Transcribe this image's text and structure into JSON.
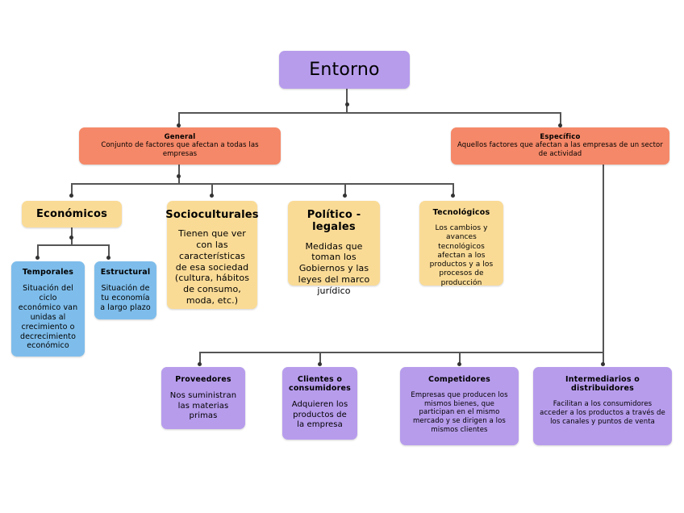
{
  "diagram": {
    "title": "Entorno",
    "colors": {
      "root": "#b79cec",
      "general_level": "#f58868",
      "general_children": "#fadb96",
      "economic_children": "#7ebdeb",
      "specific_children": "#b79cec",
      "connector": "#555555",
      "background": "#ffffff"
    },
    "root": {
      "label": "Entorno"
    },
    "branches": {
      "general": {
        "title": "General",
        "body": "Conjunto de factores que afectan a todas las empresas"
      },
      "especifico": {
        "title": "Específico",
        "body": "Aquellos factores que afectan a las empresas de un sector de actividad"
      }
    },
    "general_children": [
      {
        "title": "Económicos",
        "body": ""
      },
      {
        "title": "Socioculturales",
        "body": "Tienen que ver con las características de esa sociedad (cultura, hábitos de consumo, moda, etc.)"
      },
      {
        "title": "Político - legales",
        "body": "Medidas que toman los Gobiernos y las leyes del marco jurídico"
      },
      {
        "title": "Tecnológicos",
        "body": "Los cambios y avances tecnológicos afectan a los productos y a los procesos de producción"
      }
    ],
    "economic_children": [
      {
        "title": "Temporales",
        "body": "Situación del ciclo económico van unidas al crecimiento o decrecimiento económico"
      },
      {
        "title": "Estructural",
        "body": "Situación de tu economía a largo plazo"
      }
    ],
    "specific_children": [
      {
        "title": "Proveedores",
        "body": "Nos suministran las materias primas"
      },
      {
        "title": "Clientes o consumidores",
        "body": "Adquieren los productos de la empresa"
      },
      {
        "title": "Competidores",
        "body": "Empresas que producen los mismos bienes, que participan en el mismo mercado y se dirigen a los mismos clientes"
      },
      {
        "title": "Intermediarios o distribuidores",
        "body": "Facilitan a los consumidores acceder a los productos a través de los canales y puntos de venta"
      }
    ]
  }
}
